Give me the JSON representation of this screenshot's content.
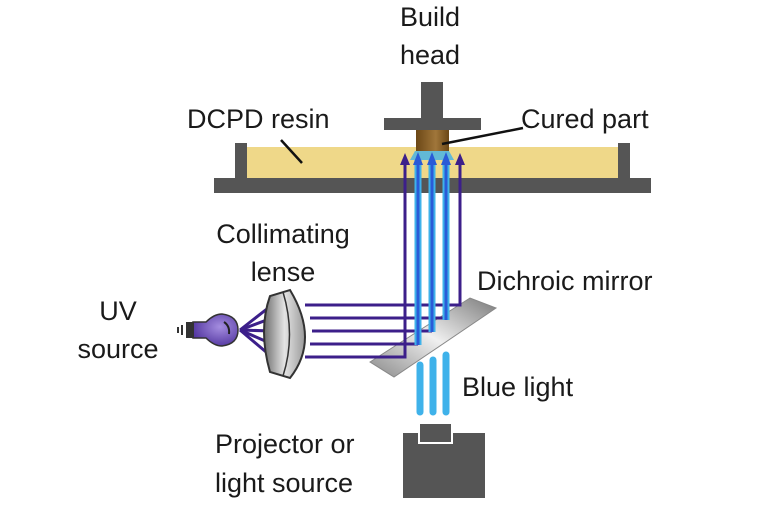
{
  "labels": {
    "build_head_1": "Build",
    "build_head_2": "head",
    "resin": "DCPD resin",
    "cured_part": "Cured part",
    "collimating_1": "Collimating",
    "collimating_2": "lense",
    "dichroic": "Dichroic mirror",
    "uv_1": "UV",
    "uv_2": "source",
    "blue_light": "Blue light",
    "projector_1": "Projector or",
    "projector_2": "light source"
  },
  "colors": {
    "frame": "#555555",
    "resin": "#efd889",
    "cured": "#7a5420",
    "uv_ray": "#3c1f8a",
    "blue_ray": "#2a5bd7",
    "blue_glow": "#3fb2ea",
    "bulb": "#6a4cb8"
  }
}
